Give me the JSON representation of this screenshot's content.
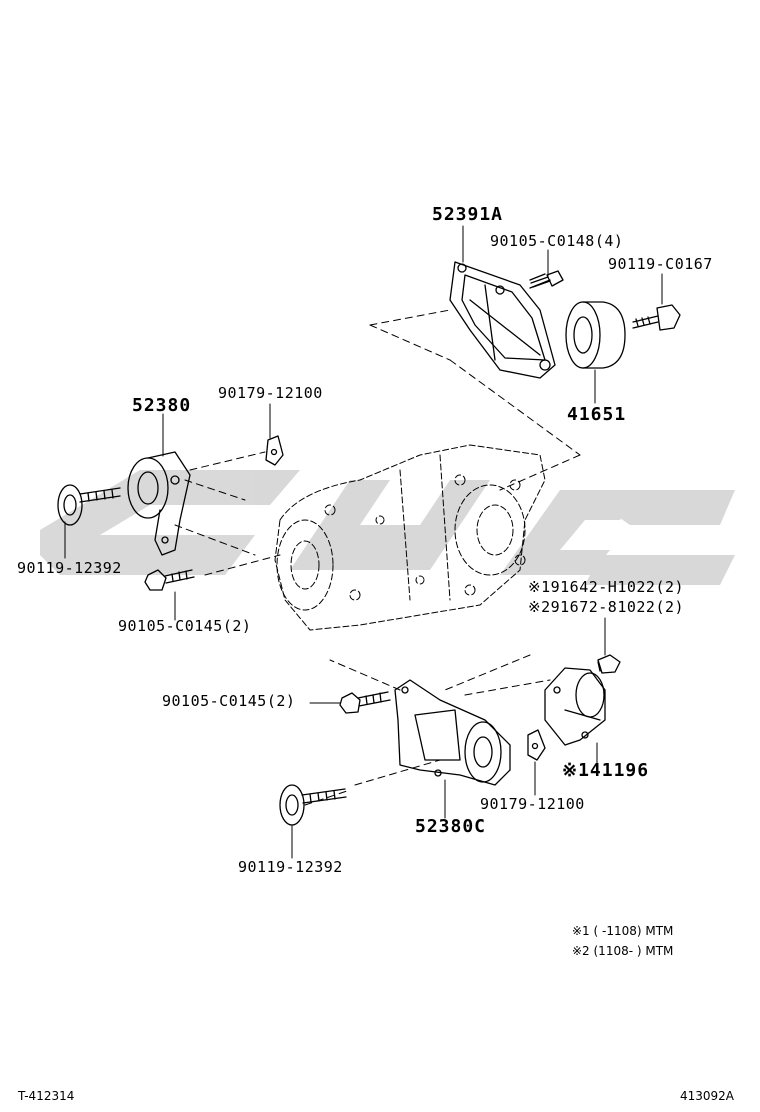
{
  "watermark": {
    "color": "#cfcfcf"
  },
  "parts": {
    "p52391A": "52391A",
    "p90105_C0148": "90105-C0148(4)",
    "p90119_C0167": "90119-C0167",
    "p41651": "41651",
    "p52380": "52380",
    "p90179_12100_top": "90179-12100",
    "p90119_12392_left": "90119-12392",
    "p90105_C0145_left": "90105-C0145(2)",
    "p191642": "※191642-H1022(2)",
    "p291672": "※291672-81022(2)",
    "p90105_C0145_low": "90105-C0145(2)",
    "p41196": "※141196",
    "p90179_12100_low": "90179-12100",
    "p52380C": "52380C",
    "p90119_12392_low": "90119-12392"
  },
  "notes": {
    "note1": "※1 (      -1108) MTM",
    "note2": "※2 (1108-        ) MTM"
  },
  "footer": {
    "left_code": "T-412314",
    "right_code": "413092A"
  }
}
